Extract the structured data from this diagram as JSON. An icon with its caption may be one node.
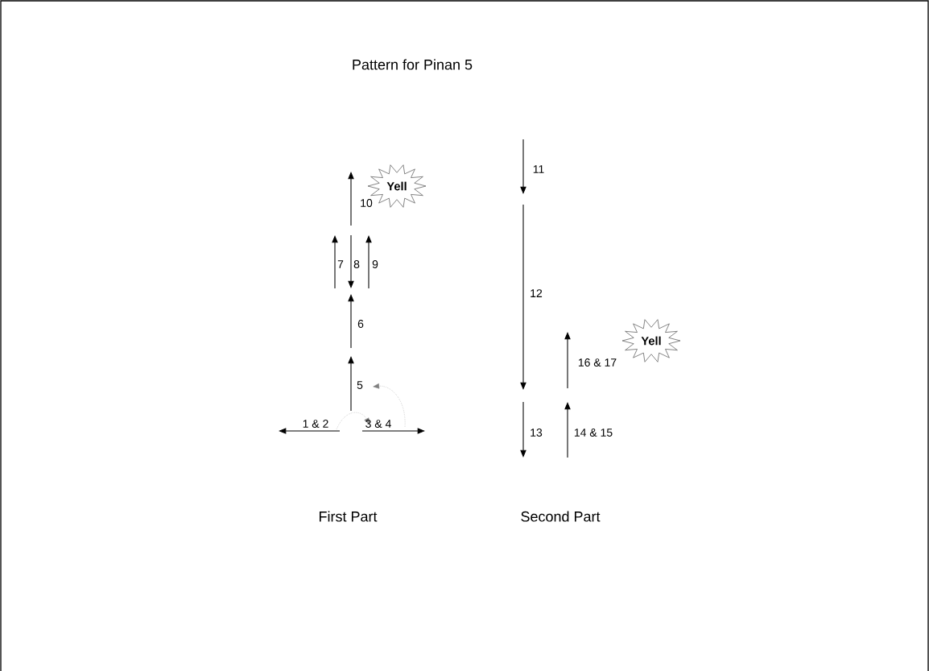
{
  "diagram": {
    "title": "Pattern for Pinan 5",
    "nodes": [
      {
        "text": [
          "Yell"
        ]
      },
      {
        "text": [
          "Yell"
        ]
      }
    ],
    "labels": [
      "1 & 2",
      "3 & 4",
      "5",
      "6",
      "7",
      "8",
      "9",
      "10",
      "11",
      "12",
      "13",
      "14 & 15",
      "16 & 17",
      "First Part",
      "Second Part"
    ]
  }
}
